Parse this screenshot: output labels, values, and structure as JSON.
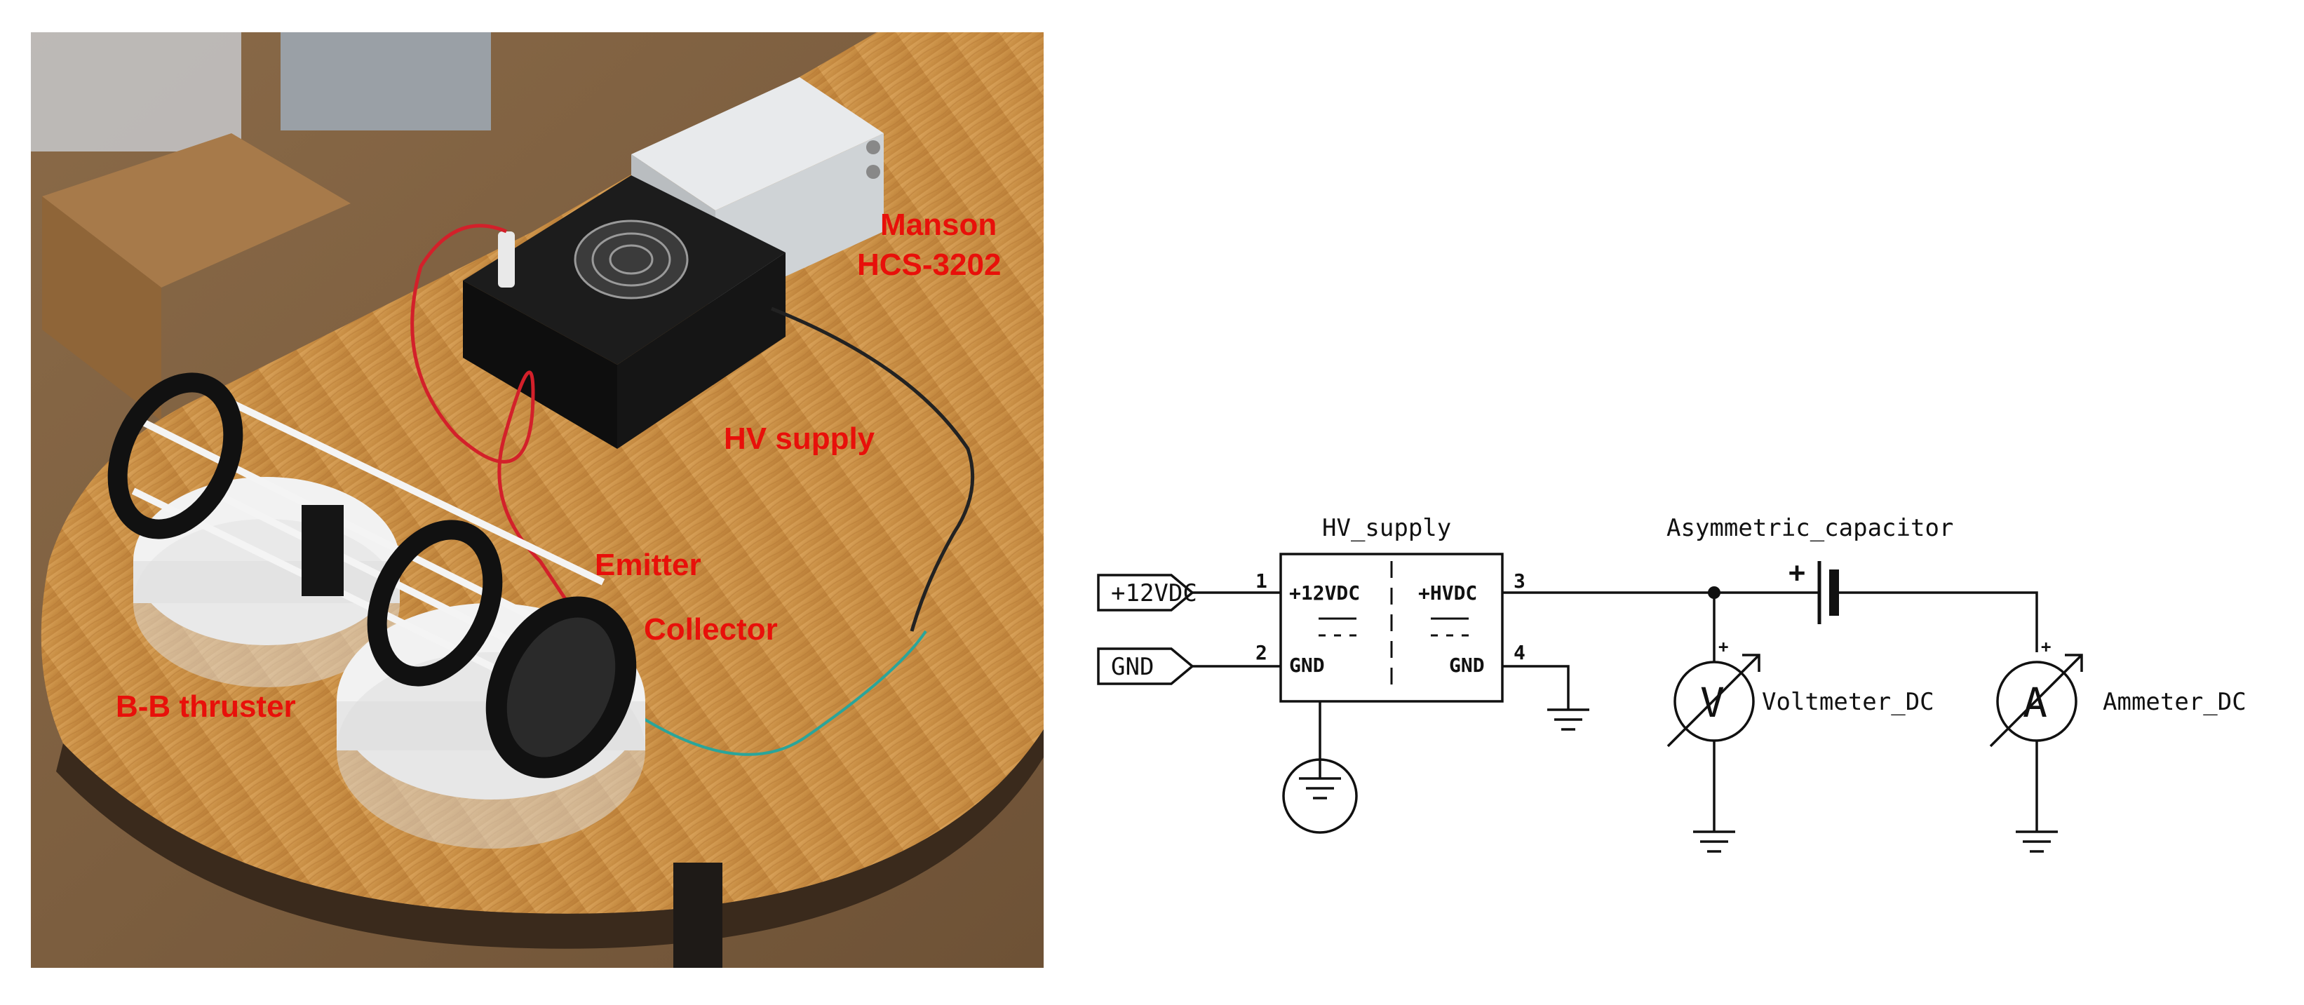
{
  "photo": {
    "labels": {
      "manson_line1": "Manson",
      "manson_line2": "HCS-3202",
      "hv_supply": "HV supply",
      "emitter": "Emitter",
      "collector": "Collector",
      "thruster": "B-B thruster"
    }
  },
  "schematic": {
    "hv_supply": {
      "name": "HV_supply",
      "pin_labels": [
        "+12VDC",
        "GND",
        "+HVDC",
        "GND"
      ],
      "pin_numbers": [
        "1",
        "2",
        "3",
        "4"
      ]
    },
    "ports": [
      "+12VDC",
      "GND"
    ],
    "capacitor": {
      "name": "Asymmetric_capacitor",
      "plus": "+"
    },
    "voltmeter": {
      "name": "Voltmeter_DC",
      "symbol": "V",
      "plus": "+"
    },
    "ammeter": {
      "name": "Ammeter_DC",
      "symbol": "A",
      "plus": "+"
    }
  }
}
